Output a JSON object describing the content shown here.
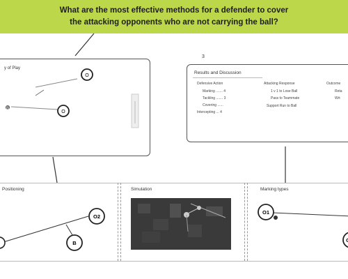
{
  "banner": {
    "question_line1": "What are the most effective methods for a defender to cover",
    "question_line2": "the attacking opponents who are not carrying the ball?",
    "color": "#bdd74a"
  },
  "panel_left": {
    "title": "y of Play",
    "players": [
      "O",
      "B",
      "O"
    ]
  },
  "panel_right": {
    "number": "3",
    "title": "Results and Discussion",
    "col1_header": "Defensive Action",
    "col1_rows": [
      "Marking ....... 4",
      "Tackling ....... 3",
      "Covering ......",
      "Intercepting ... 4"
    ],
    "col2_header": "Attacking Response",
    "col2_rows": [
      "1 v 1 to Lose Ball",
      "Pass to Teammate",
      "Support Run to Ball"
    ],
    "col3_header": "Outcome",
    "col3_rows": [
      "Reta",
      "Wrt"
    ]
  },
  "bottom": {
    "p1_title": "Positioning",
    "p1_players": [
      "O2",
      "B"
    ],
    "p2_title": "Simulation",
    "p3_title": "Marking types",
    "p3_players": [
      "O1",
      "O"
    ]
  }
}
